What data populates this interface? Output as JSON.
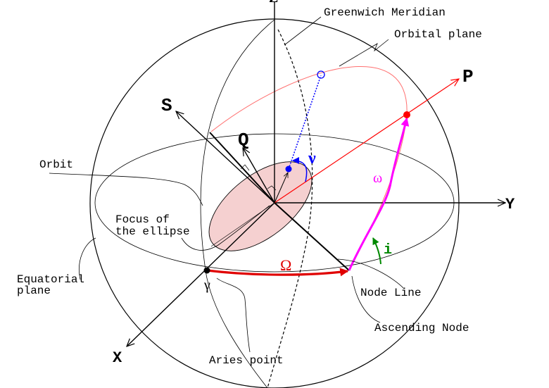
{
  "labels": {
    "z_axis": "Z",
    "greenwich": "Greenwich Meridian",
    "orbital_plane": "Orbital plane",
    "p_axis": "P",
    "s_axis": "S",
    "q_axis": "Q",
    "orbit": "Orbit",
    "nu": "ν",
    "omega_small": "ω",
    "y_axis": "Y",
    "focus_line1": "Focus of",
    "focus_line2": "the ellipse",
    "equatorial_line1": "Equatorial",
    "equatorial_line2": "plane",
    "big_omega": "Ω",
    "inclination": "i",
    "node_line": "Node Line",
    "gamma": "γ",
    "ascending_node": "Ascending Node",
    "x_axis": "X",
    "aries_point": "Aries point"
  },
  "colors": {
    "line": "#000000",
    "orbital_plane": "#ff7070",
    "p_axis": "#ff0000",
    "ellipse_fill": "#f5d0d0",
    "satellite": "#0000ff",
    "omega_arc": "#ff00ff",
    "big_omega_arc": "#e00000",
    "inclination": "#008800"
  }
}
